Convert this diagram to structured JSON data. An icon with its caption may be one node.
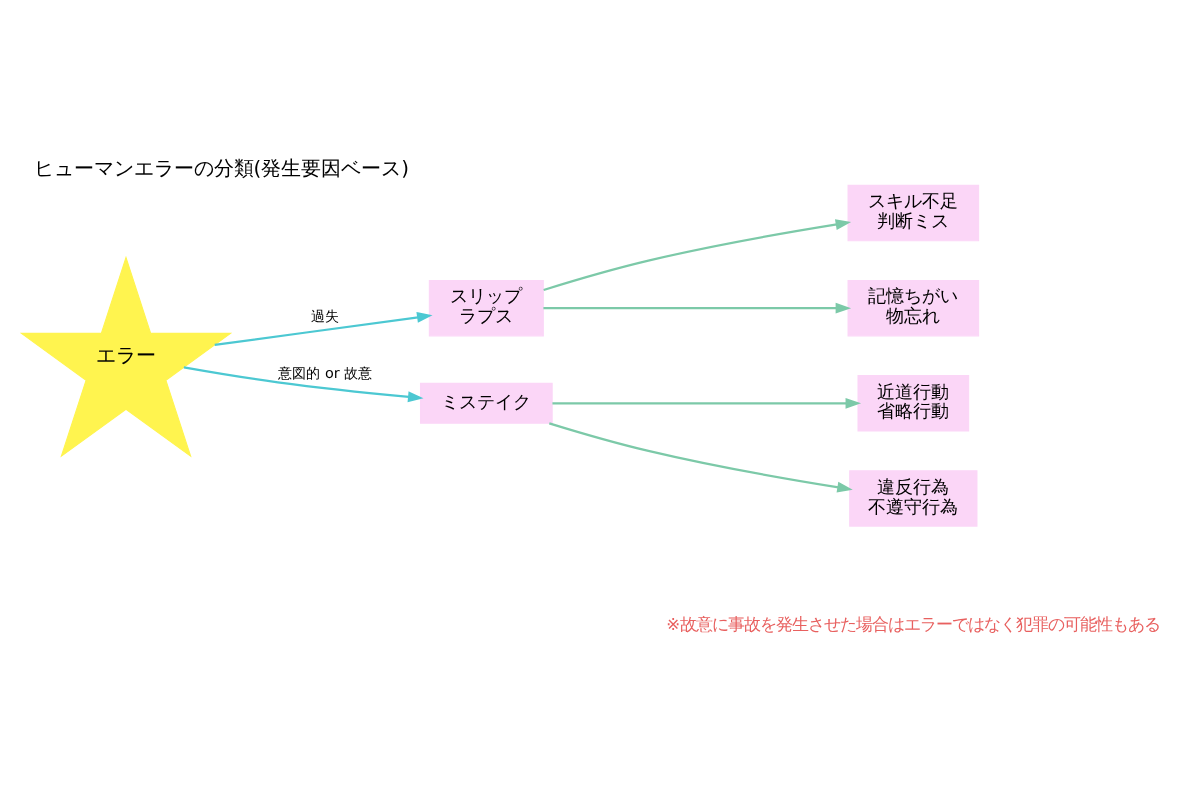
{
  "diagram": {
    "title": "ヒューマンエラーの分類(発生要因ベース)",
    "nodes": [
      {
        "text": [
          "エラー"
        ]
      },
      {
        "text": [
          "スリップ",
          "ラプス"
        ]
      },
      {
        "text": [
          "ミステイク"
        ]
      },
      {
        "text": [
          "スキル不足",
          "判断ミス"
        ]
      },
      {
        "text": [
          "記憶ちがい",
          "物忘れ"
        ]
      },
      {
        "text": [
          "近道行動",
          "省略行動"
        ]
      },
      {
        "text": [
          "違反行為",
          "不遵守行為"
        ]
      }
    ],
    "edges": [
      {
        "from": 0,
        "to": 1,
        "arrow": "to",
        "label": "過失",
        "color": "#4cc8d2"
      },
      {
        "from": 0,
        "to": 2,
        "arrow": "to",
        "label": "意図的 or 故意",
        "color": "#4cc8d2"
      },
      {
        "from": 1,
        "to": 3,
        "arrow": "to"
      },
      {
        "from": 1,
        "to": 4,
        "arrow": "to"
      },
      {
        "from": 2,
        "to": 5,
        "arrow": "to"
      },
      {
        "from": 2,
        "to": 6,
        "arrow": "to"
      }
    ],
    "labels": [
      "※故意に事故を発生させた場合はエラーではなく犯罪の可能性もある"
    ]
  }
}
